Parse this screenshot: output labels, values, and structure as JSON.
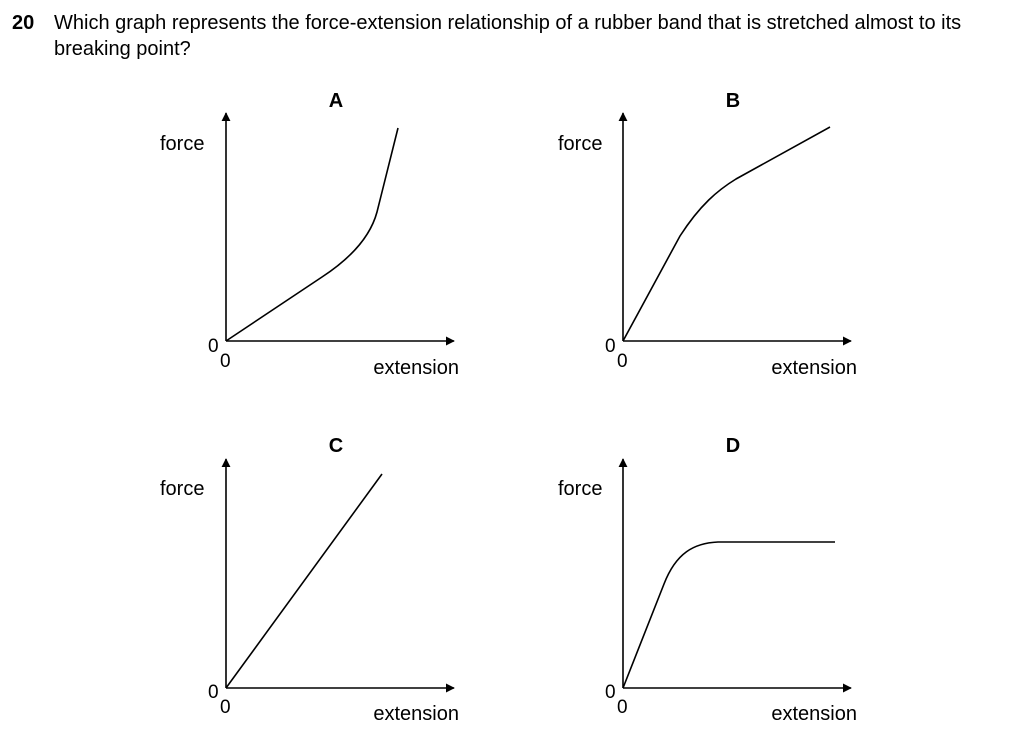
{
  "question": {
    "number": "20",
    "text": "Which graph represents the force-extension relationship of a rubber band that is stretched almost to its breaking point?"
  },
  "graphs": [
    {
      "letter": "A",
      "y_label": "force",
      "x_label": "extension",
      "origin_y": "0",
      "origin_x": "0"
    },
    {
      "letter": "B",
      "y_label": "force",
      "x_label": "extension",
      "origin_y": "0",
      "origin_x": "0"
    },
    {
      "letter": "C",
      "y_label": "force",
      "x_label": "extension",
      "origin_y": "0",
      "origin_x": "0"
    },
    {
      "letter": "D",
      "y_label": "force",
      "x_label": "extension",
      "origin_y": "0",
      "origin_x": "0"
    }
  ]
}
